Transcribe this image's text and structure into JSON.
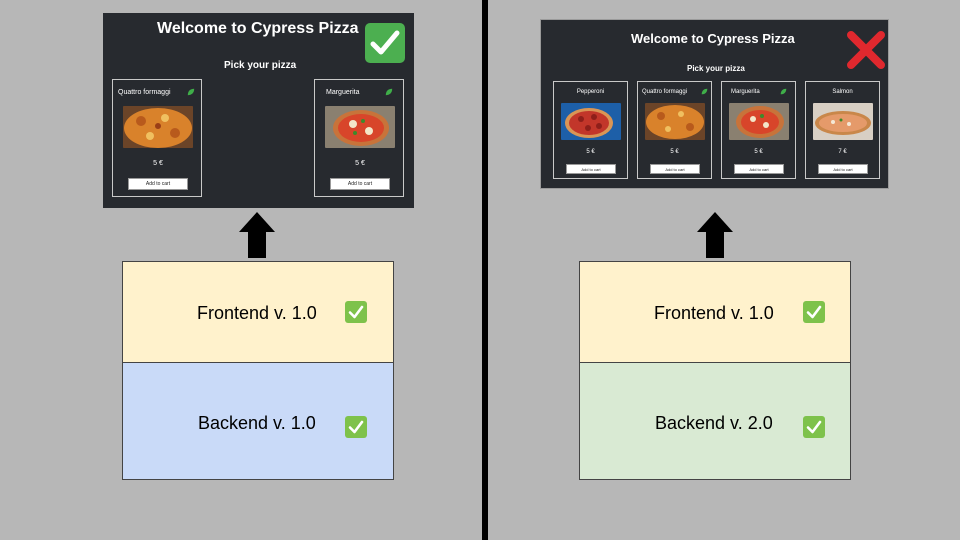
{
  "colors": {
    "frontend_fill": "#fff2cc",
    "backend_v1_fill": "#c9daf8",
    "backend_v2_fill": "#d9ead3",
    "success_green": "#4caf50",
    "fail_red": "#e0282e"
  },
  "left": {
    "app": {
      "title": "Welcome to Cypress Pizza",
      "subtitle": "Pick your pizza",
      "status_icon": "check-icon",
      "pizzas": [
        {
          "name": "Quattro formaggi",
          "price": "5 €",
          "button": "Add to cart",
          "veg_icon": "leaf-icon"
        },
        {
          "name": "Marguerita",
          "price": "5 €",
          "button": "Add to cart",
          "veg_icon": "leaf-icon"
        }
      ]
    },
    "stack": {
      "frontend": "Frontend v. 1.0",
      "backend": "Backend v. 1.0"
    }
  },
  "right": {
    "app": {
      "title": "Welcome to Cypress Pizza",
      "subtitle": "Pick your pizza",
      "status_icon": "cross-icon",
      "pizzas": [
        {
          "name": "Pepperoni",
          "price": "5 €",
          "button": "Add to cart"
        },
        {
          "name": "Quattro formaggi",
          "price": "5 €",
          "button": "Add to cart",
          "veg_icon": "leaf-icon"
        },
        {
          "name": "Marguerita",
          "price": "5 €",
          "button": "Add to cart",
          "veg_icon": "leaf-icon"
        },
        {
          "name": "Salmon",
          "price": "7 €",
          "button": "Add to cart"
        }
      ]
    },
    "stack": {
      "frontend": "Frontend v. 1.0",
      "backend": "Backend v. 2.0"
    }
  }
}
